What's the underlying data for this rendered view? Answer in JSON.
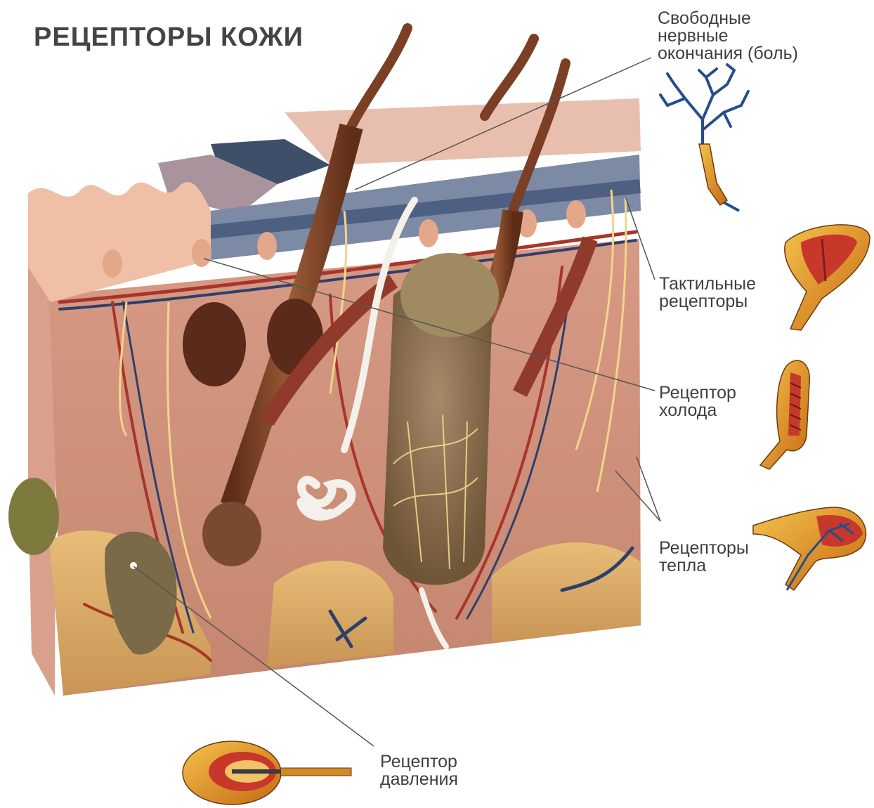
{
  "title": "РЕЦЕПТОРЫ КОЖИ",
  "labels": {
    "free_endings": [
      "Свободные",
      "нервные",
      "окончания (боль)"
    ],
    "tactile": [
      "Тактильные",
      "рецепторы"
    ],
    "cold": [
      "Рецептор",
      "холода"
    ],
    "warmth": [
      "Рецепторы",
      "тепла"
    ],
    "pressure": [
      "Рецептор",
      "давления"
    ]
  },
  "colors": {
    "skin": "#dca08a",
    "epidermis": "#e9c0ab",
    "dermis": "#c98a73",
    "fat": "#e3b46c",
    "vessel_red": "#a8342a",
    "vessel_blue": "#2f3f6a",
    "nerve_yellow": "#f2d58a",
    "hair": "#7a3f24",
    "gland_white": "#f4f1ea",
    "leader_line": "#555555",
    "text": "#3f3f3f",
    "receptor_orange": "#e39a2c",
    "nerve_blue": "#244e8c"
  }
}
